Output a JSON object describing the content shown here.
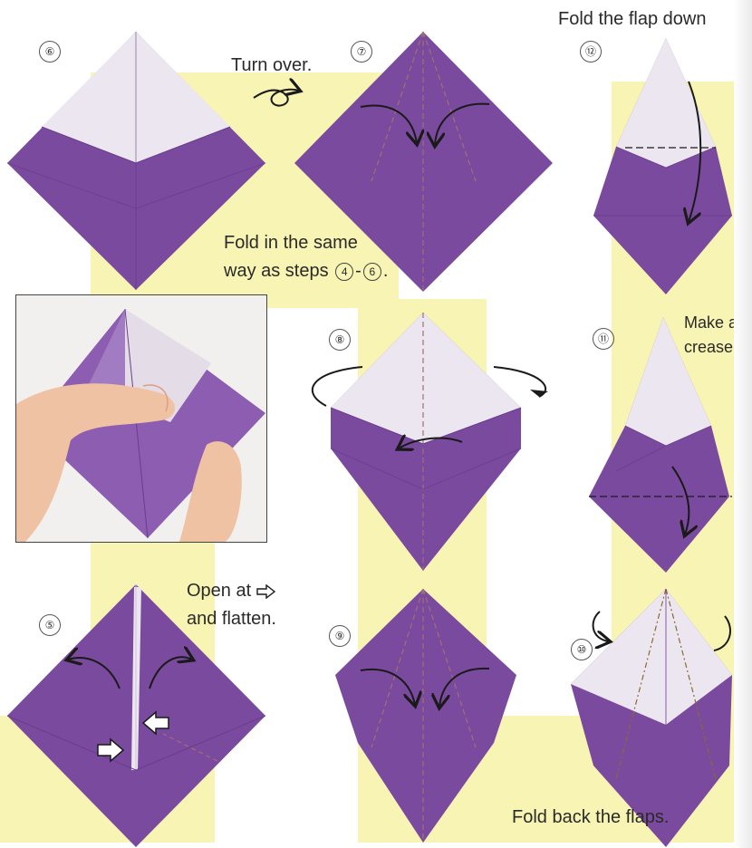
{
  "colors": {
    "paper_purple": "#7a4a9e",
    "paper_purple_dark": "#6a3d8c",
    "paper_white": "#ece6f0",
    "highlight_yellow": "#f8f4b4",
    "text": "#2a2a2a"
  },
  "steps": [
    {
      "number": "⑥",
      "kind": "diagram",
      "icon": "diamond-two-tone"
    },
    {
      "number": "⑦",
      "kind": "diagram",
      "icon": "diamond-purple-arrows"
    },
    {
      "number": "⑧",
      "kind": "diagram",
      "icon": "kite-turn-over"
    },
    {
      "number": "⑨",
      "kind": "diagram",
      "icon": "pentagon-arrows"
    },
    {
      "number": "⑤",
      "kind": "diagram",
      "icon": "diamond-open-flatten"
    },
    {
      "number": "⑩",
      "kind": "diagram",
      "icon": "kite-fold-back"
    },
    {
      "number": "⑪",
      "kind": "diagram",
      "icon": "kite-crease"
    },
    {
      "number": "⑫",
      "kind": "diagram",
      "icon": "kite-flap-down"
    }
  ],
  "labels": {
    "turn_over": "Turn over.",
    "fold_same_line1": "Fold in the same",
    "fold_same_line2": "way as steps",
    "step_ref_a": "4",
    "step_ref_dash": "-",
    "step_ref_b": "6",
    "step_ref_end": ".",
    "open_line1": "Open at",
    "open_line2": "and flatten.",
    "fold_flap": "Fold the flap down",
    "make_crease_1": "Make a",
    "make_crease_2": "crease.",
    "fold_back": "Fold back the flaps."
  }
}
